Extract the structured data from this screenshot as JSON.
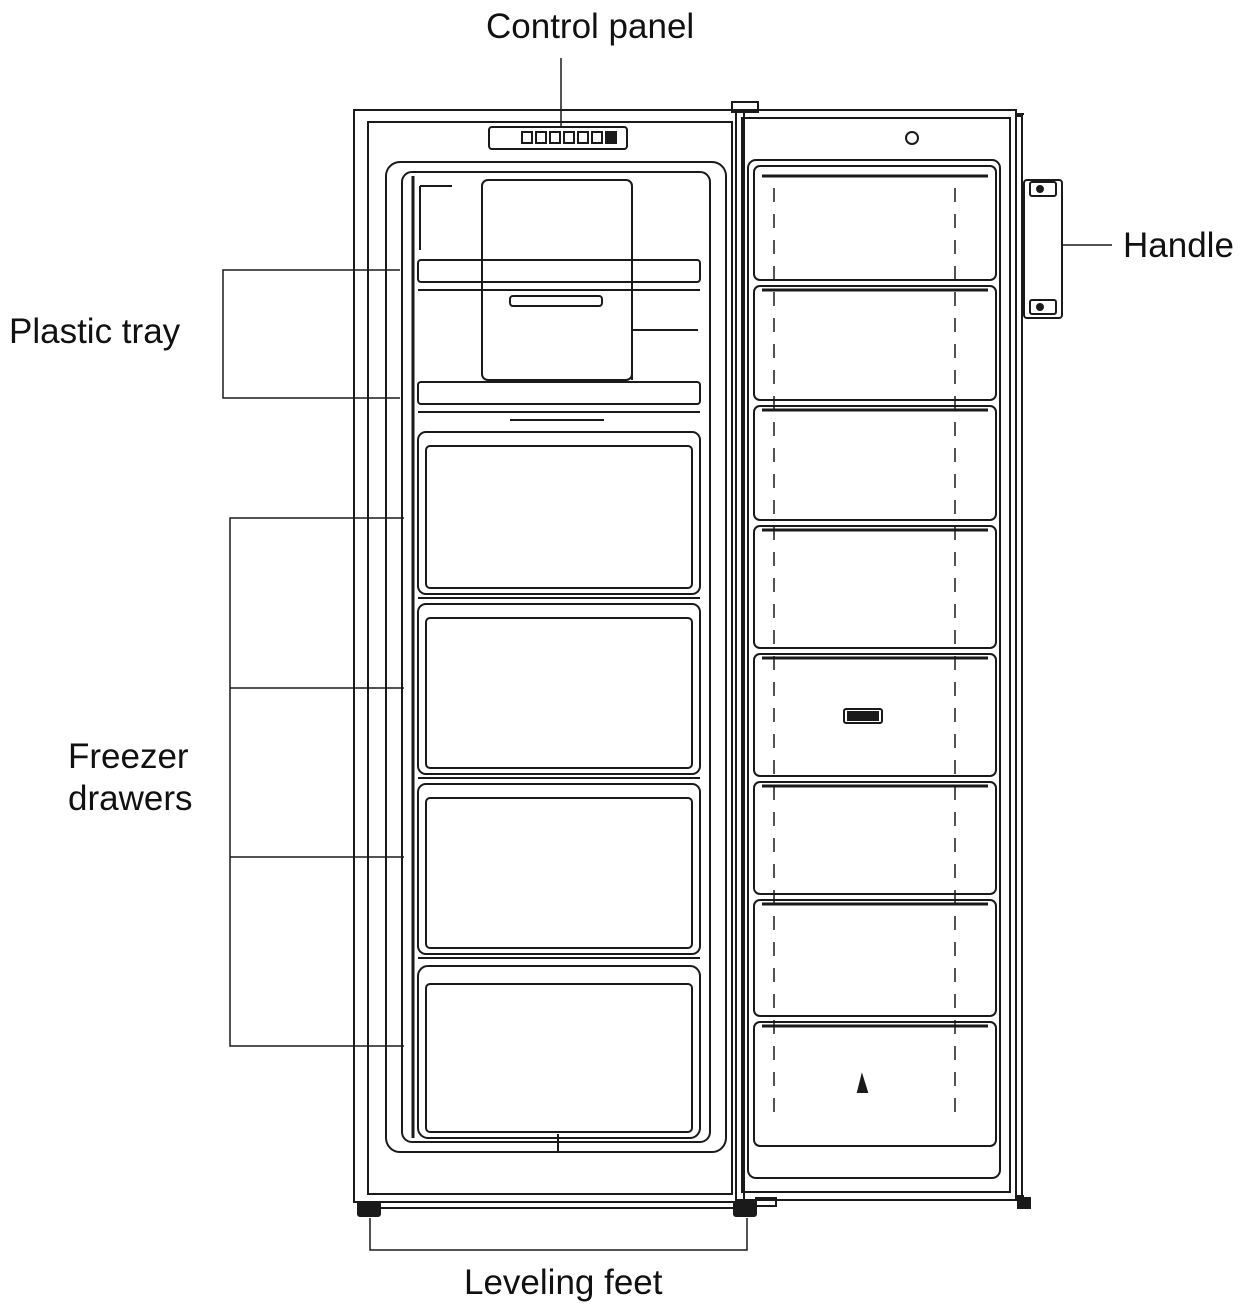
{
  "labels": {
    "control_panel": "Control panel",
    "handle": "Handle",
    "plastic_tray": "Plastic tray",
    "freezer_drawers": "Freezer\ndrawers",
    "leveling_feet": "Leveling feet"
  },
  "colors": {
    "line": "#1a1a1a",
    "background": "#ffffff"
  }
}
